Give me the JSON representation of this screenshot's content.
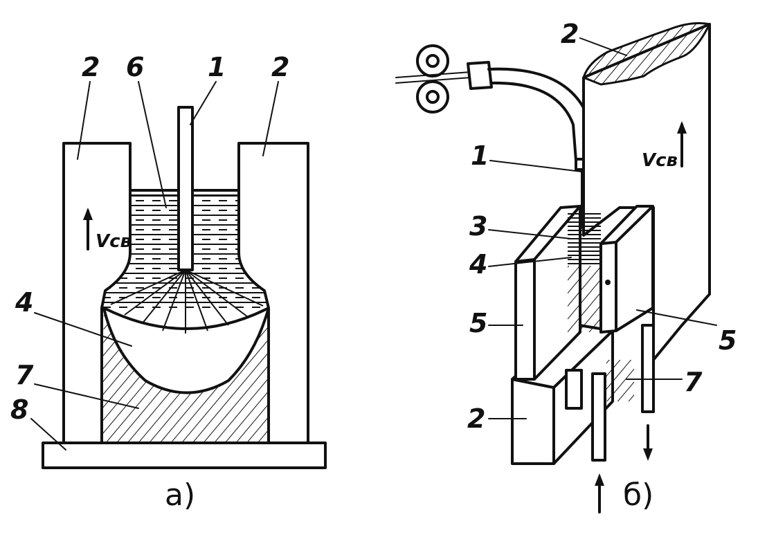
{
  "figure_a": {
    "caption": "а)",
    "velocity_label": "Vсв",
    "labels": {
      "l1": "1",
      "l2_left": "2",
      "l2_right": "2",
      "l4": "4",
      "l6": "6",
      "l7": "7",
      "l8": "8"
    }
  },
  "figure_b": {
    "caption": "б)",
    "velocity_label": "Vсв",
    "labels": {
      "l1": "1",
      "l2_top": "2",
      "l2_bottom": "2",
      "l3": "3",
      "l4": "4",
      "l5_left": "5",
      "l5_right": "5",
      "l7": "7"
    }
  }
}
